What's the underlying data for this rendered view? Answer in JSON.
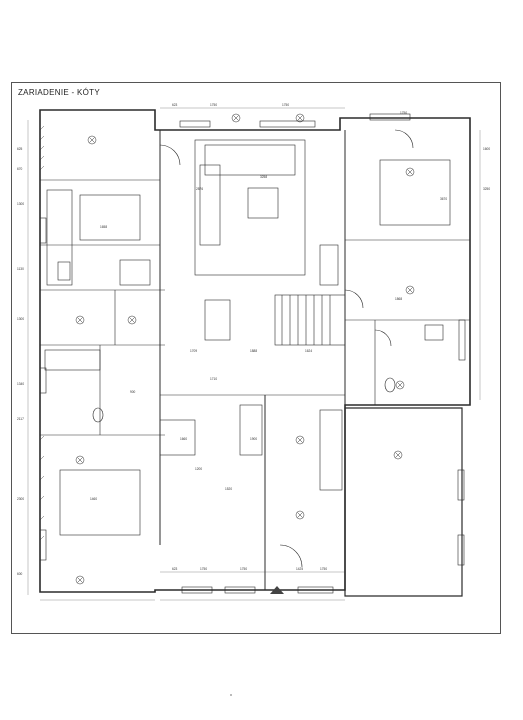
{
  "sheet": {
    "title": "ZARIADENIE - KÓTY"
  },
  "dimensions": {
    "top": [
      "623",
      "1750",
      "1750",
      "1750"
    ],
    "bottom": [
      "623",
      "1750",
      "1750",
      "1425",
      "1750"
    ],
    "left": [
      "625",
      "670",
      "1300",
      "1130",
      "1300",
      "1340",
      "2117",
      "2300",
      "600"
    ],
    "right": [
      "1600",
      "3250"
    ],
    "interior": [
      "1658",
      "3258",
      "2876",
      "1709",
      "1888",
      "1624",
      "900",
      "1660",
      "1900",
      "1200",
      "1520",
      "1460",
      "1710",
      "1868",
      "3670"
    ]
  },
  "icons": {
    "north": "triangle-marker",
    "lights": "ceiling-light-icon"
  },
  "colors": {
    "line": "#2b2b2b",
    "marker": "#444444",
    "background": "#ffffff"
  }
}
